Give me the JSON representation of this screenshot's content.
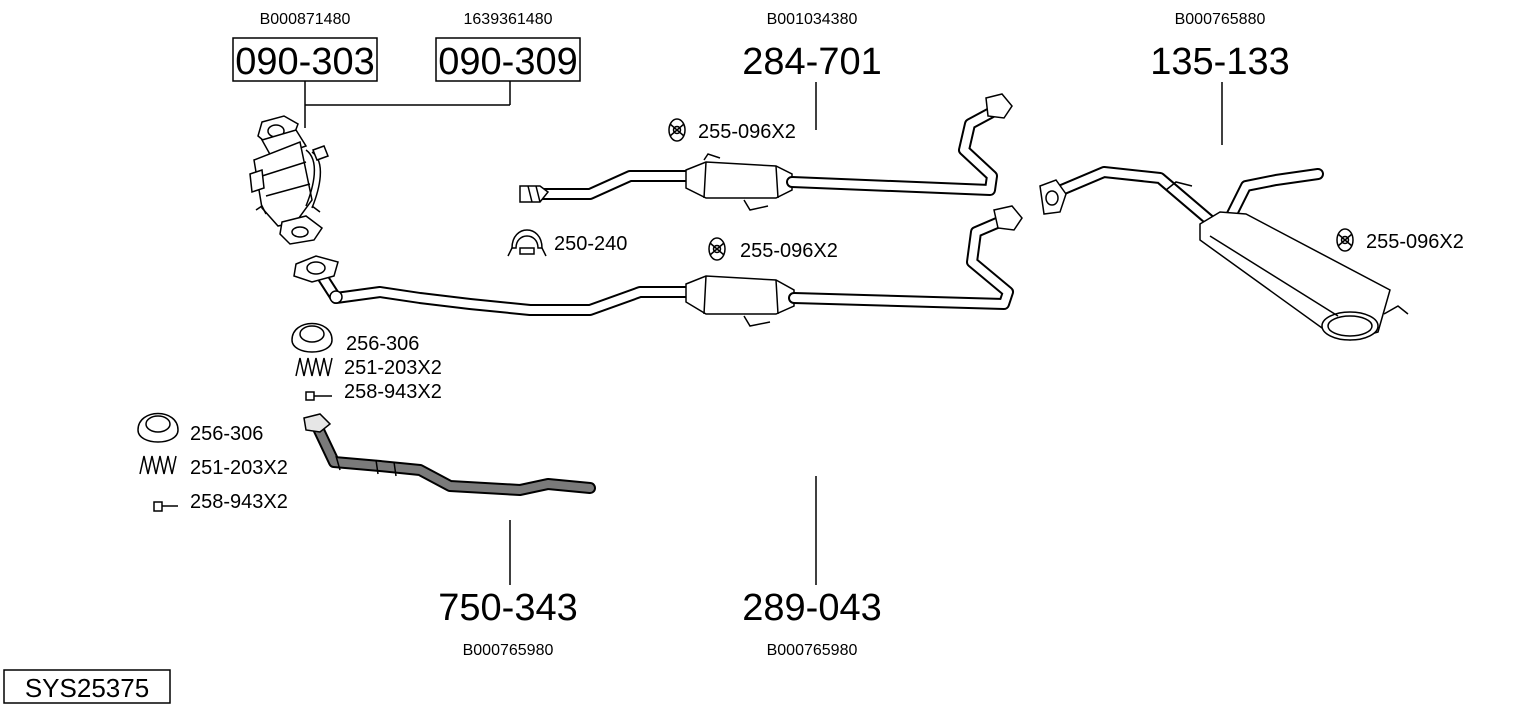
{
  "parts": [
    {
      "key": "p090303",
      "ref": "B000871480",
      "number": "090-303"
    },
    {
      "key": "p090309",
      "ref": "1639361480",
      "number": "090-309"
    },
    {
      "key": "p284701",
      "ref": "B001034380",
      "number": "284-701"
    },
    {
      "key": "p135133",
      "ref": "B000765880",
      "number": "135-133"
    },
    {
      "key": "p750343",
      "ref": "B000765980",
      "number": "750-343"
    },
    {
      "key": "p289043",
      "ref": "B000765980",
      "number": "289-043"
    }
  ],
  "accessories": {
    "mount_top": "255-096X2",
    "clamp": "250-240",
    "mount_mid": "255-096X2",
    "mount_right": "255-096X2",
    "gasket_a": "256-306",
    "spring_a": "251-203X2",
    "bolt_a": "258-943X2",
    "gasket_b": "256-306",
    "spring_b": "251-203X2",
    "bolt_b": "258-943X2"
  },
  "system_id": "SYS25375"
}
